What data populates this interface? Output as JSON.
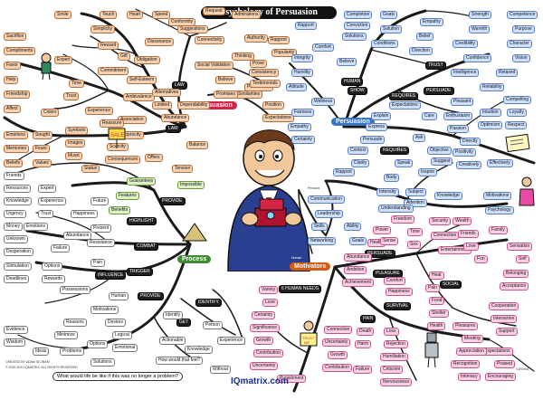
{
  "title": "Psychology of Persuasion",
  "brand": "IQmatrix.com",
  "question": "What would life be like if this was no longer a problem?",
  "copyright_lines": [
    "CREATED BY ADAM SICINSKI",
    "© 2010-2011 IQMATRIX. ALL RIGHTS RESERVED"
  ],
  "version": "V1R0941",
  "central_figure_caption": "Human",
  "person_label": "Persona",
  "hubs": {
    "law": "LAW",
    "persuasion_left": "Persuasion",
    "persuasion_right": "Persuasion",
    "process": "Process",
    "motivators": "Motivators",
    "human_needs": "6 HUMAN NEEDS",
    "requires": "REQUIRES",
    "pleasure": "PLEASURE",
    "pain": "PAIN",
    "identify": "IDENTIFY",
    "provide": "PROVIDE",
    "highlight": "HIGHLIGHT",
    "combat": "COMBAT",
    "trigger": "TRIGGER",
    "provide2": "PROVIDE",
    "get": "GET",
    "trust": "TRUST",
    "influence": "INFLUENCE",
    "human_hub": "HUMAN",
    "show": "SHOW",
    "persuade": "PERSUADE",
    "social": "SOCIAL",
    "survival": "SURVIVAL"
  },
  "law_branches": [
    "Scarcity",
    "Reciprocity",
    "Association",
    "Ambivalence",
    "Self-Esteem",
    "Obligation",
    "Dissonance",
    "Connectivity",
    "Social Validation",
    "Conformity",
    "Authority",
    "Balance",
    "Expectations",
    "Persistence",
    "Consistency"
  ],
  "top_left_leaves": [
    "Smile",
    "Touch",
    "Heart",
    "Simplicity",
    "Compliments",
    "Reward",
    "Gift",
    "Sacrifice",
    "Favor",
    "Help",
    "Friendship",
    "Trust",
    "Time",
    "Emotions",
    "Memories",
    "Symbols",
    "Images",
    "Music",
    "Colors",
    "Status",
    "Consequences",
    "Offers",
    "Tension",
    "Popularity",
    "Rapport",
    "Thinking",
    "Similarities",
    "Admirations",
    "Suggestions",
    "Testimonials",
    "Position",
    "Speed",
    "Believe",
    "Promises",
    "Dependability",
    "Limited",
    "Abundance",
    "Alternatives",
    "Commitment",
    "Experience",
    "Reassure",
    "Request",
    "Prove",
    "Expert",
    "Affect",
    "Beliefs",
    "Values",
    "Fears",
    "Sought"
  ],
  "left_leaves": [
    "Friends",
    "Resources",
    "Knowledge",
    "Urgency",
    "Money",
    "Expert",
    "Experience",
    "Unknown",
    "Desperation",
    "Stimulation",
    "Deadlines",
    "Options",
    "Rewards",
    "Future",
    "Happiness",
    "Present",
    "Abundance",
    "Resistance",
    "Failure",
    "Pain",
    "Possessions",
    "Human",
    "Motivations",
    "Desires",
    "Logical",
    "Emotional",
    "Reasons",
    "Trust",
    "Emotions",
    "Solutions",
    "Problems",
    "Ideas",
    "Evidence",
    "Wisdom",
    "Minimize",
    "Options",
    "Identify",
    "Actionable",
    "Knowledge",
    "Experience",
    "Person",
    "How would that feel?",
    "Without",
    "Guarantees",
    "Impossible",
    "Features",
    "Benefits"
  ],
  "right_top_leaves": [
    "Completion",
    "Conviction",
    "Comfort",
    "Rapport",
    "Solutions",
    "Solution",
    "Goals",
    "Conditions",
    "Belief",
    "Direction",
    "Empathy",
    "Believe",
    "Integrity",
    "Humility",
    "Attitude",
    "Wellness",
    "Fairness",
    "Empathy",
    "Certainty",
    "Strength",
    "Warmth",
    "Credibility",
    "Confidence",
    "Intelligence",
    "Relaxed",
    "Reliability",
    "Competence",
    "Purpose",
    "Character",
    "Vision",
    "Compelling",
    "Pleasant",
    "Loyalty",
    "Respect",
    "Intuition",
    "Optimism",
    "Enthusiasm",
    "Passion",
    "Care",
    "Directly",
    "Positivity",
    "Creatively",
    "Effectively",
    "Objective",
    "Inspire",
    "Suggest",
    "Ask",
    "Persuade",
    "Explain",
    "Express",
    "Body",
    "Speak",
    "Expectations",
    "Clarity",
    "Context",
    "Intensity",
    "Subject",
    "Attention",
    "Knowledge",
    "Understanding",
    "Motivations",
    "Psychology",
    "Rapport",
    "Communication",
    "Leadership",
    "Skills",
    "Networking",
    "Goals",
    "Ability"
  ],
  "pink_leaves": [
    "Freedom",
    "Power",
    "Health",
    "Time",
    "Sex",
    "Security",
    "Wealth",
    "Family",
    "Abundance",
    "Ambition",
    "Achievement",
    "Connection",
    "Friends",
    "Entertainment",
    "Happiness",
    "Comfort",
    "Love",
    "Fun",
    "Sense",
    "Sensation",
    "Heat",
    "Pain",
    "Food",
    "Shelter",
    "Health",
    "Self",
    "Belonging",
    "Acceptance",
    "Cooperation",
    "Interaction",
    "Support",
    "Meeting",
    "Expectations",
    "Praised",
    "Encouraging",
    "Appreciation",
    "Pleasures",
    "Recognition",
    "Intimacy",
    "Loss",
    "Rejection",
    "Humiliation",
    "Criticism",
    "Nervousness",
    "Harm",
    "Death",
    "Failure",
    "Growth",
    "Contribution",
    "Variety",
    "Love",
    "Certainty",
    "Significance",
    "Uncertainty",
    "Connection",
    "Growth",
    "Contribution",
    "Uncertainty",
    "Punishment"
  ],
  "colors": {
    "blue": "#cfe0ff",
    "orange": "#f6d2b2",
    "pink": "#ffd0e6",
    "green": "#dff0c8",
    "ink": "#111111",
    "navy": "#1a2e8a",
    "accent_red": "#c0392b"
  }
}
